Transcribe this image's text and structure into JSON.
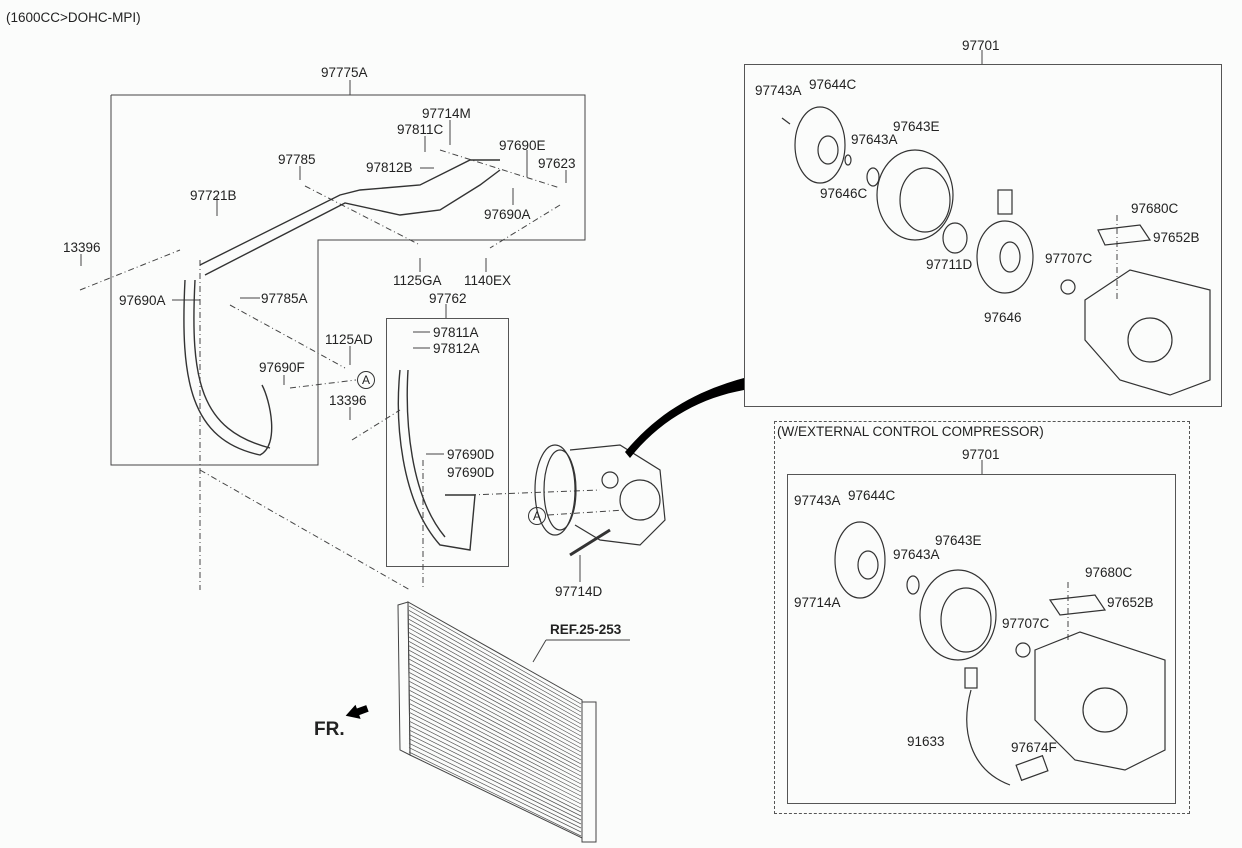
{
  "engine_note": "(1600CC>DOHC-MPI)",
  "groups": {
    "hose_assy": "97775A",
    "discharge_hose": "97762",
    "clutch_assy": "97701",
    "ext_control_title": "(W/EXTERNAL CONTROL COMPRESSOR)",
    "ext_clutch_assy": "97701"
  },
  "left_labels": {
    "p97714M": "97714M",
    "p97811C": "97811C",
    "p97690E": "97690E",
    "p97785": "97785",
    "p97812B": "97812B",
    "p97623": "97623",
    "p97721B": "97721B",
    "p97690A_top": "97690A",
    "p13396_a": "13396",
    "p1125GA": "1125GA",
    "p1140EX": "1140EX",
    "p97690A": "97690A",
    "p97785A": "97785A",
    "p1125AD": "1125AD",
    "p97690F": "97690F",
    "p13396_b": "13396",
    "p97811A": "97811A",
    "p97812A": "97812A",
    "p97690D_a": "97690D",
    "p97690D_b": "97690D",
    "p97714D": "97714D",
    "ref": "REF.25-253",
    "front": "FR.",
    "callout_a1": "A",
    "callout_a2": "A"
  },
  "clutch_labels": {
    "p97743A": "97743A",
    "p97644C": "97644C",
    "p97643E": "97643E",
    "p97643A": "97643A",
    "p97646C": "97646C",
    "p97680C": "97680C",
    "p97652B": "97652B",
    "p97711D": "97711D",
    "p97707C": "97707C",
    "p97646": "97646"
  },
  "ext_labels": {
    "p97743A": "97743A",
    "p97644C": "97644C",
    "p97643E": "97643E",
    "p97643A": "97643A",
    "p97680C": "97680C",
    "p97714A": "97714A",
    "p97652B": "97652B",
    "p97707C": "97707C",
    "p91633": "91633",
    "p97674F": "97674F"
  }
}
